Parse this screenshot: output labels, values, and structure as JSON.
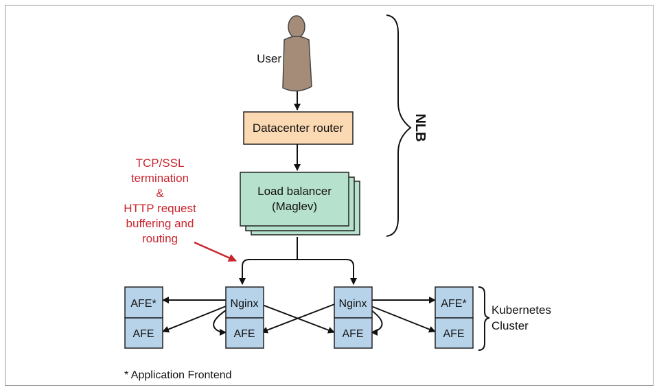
{
  "title": "",
  "user": {
    "label": "User"
  },
  "router": {
    "label": "Datacenter router"
  },
  "load_balancer": {
    "line1": "Load balancer",
    "line2": "(Maglev)"
  },
  "nlb": {
    "label": "NLB"
  },
  "annotation": {
    "lines": [
      "TCP/SSL",
      "termination",
      "&",
      "HTTP request",
      "buffering and",
      "routing"
    ],
    "color": "#c8262e"
  },
  "cluster": {
    "line1": "Kubernetes",
    "line2": "Cluster",
    "nginx_label": "Nginx",
    "afe_label": "AFE",
    "afe_star_label": "AFE*"
  },
  "footnote": "* Application Frontend",
  "colors": {
    "router_fill": "#fbd9b3",
    "lb_fill": "#b6e1cc",
    "node_fill": "#b7d3ea",
    "user_fill": "#a48c78"
  }
}
